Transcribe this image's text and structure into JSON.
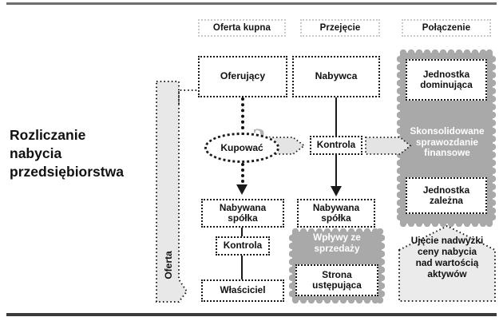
{
  "title": {
    "line1": "Rozliczanie",
    "line2": "nabycia",
    "line3": "przedsiębiorstwa"
  },
  "headers": [
    {
      "label": "Oferta kupna"
    },
    {
      "label": "Przejęcie"
    },
    {
      "label": "Połączenie"
    }
  ],
  "columns": {
    "oferta_kupna": {
      "top_box": "Oferujący",
      "decision": "Kupować",
      "decision_marker": "?",
      "acquired": "Nabywana\nspółka",
      "acquired_line1": "Nabywana",
      "acquired_line2": "spółka",
      "control": "Kontrola",
      "owner": "Właściciel",
      "band_label": "Oferta"
    },
    "przejecie": {
      "top_box": "Nabywca",
      "control": "Kontrola",
      "acquired_line1": "Nabywana",
      "acquired_line2": "spółka",
      "proceeds_line1": "Wpływy ze",
      "proceeds_line2": "sprzedaży",
      "seller_line1": "Strona",
      "seller_line2": "ustępująca"
    },
    "polaczenie": {
      "parent_line1": "Jednostka",
      "parent_line2": "dominująca",
      "consolidated_line1": "Skonsolidowane",
      "consolidated_line2": "sprawozdanie",
      "consolidated_line3": "finansowe",
      "subsidiary_line1": "Jednostka",
      "subsidiary_line2": "zależna",
      "goodwill_line1": "Ujęcie nadwyżki",
      "goodwill_line2": "ceny nabycia",
      "goodwill_line3": "nad wartością",
      "goodwill_line4": "aktywów"
    }
  },
  "colors": {
    "ink": "#111111",
    "mid_grey": "#a9a9a9",
    "light_grey": "#e4e4e4",
    "header_border": "#c9c9c9",
    "rule_top": "#6e6e6e",
    "rule_bottom": "#3b3b3b"
  }
}
